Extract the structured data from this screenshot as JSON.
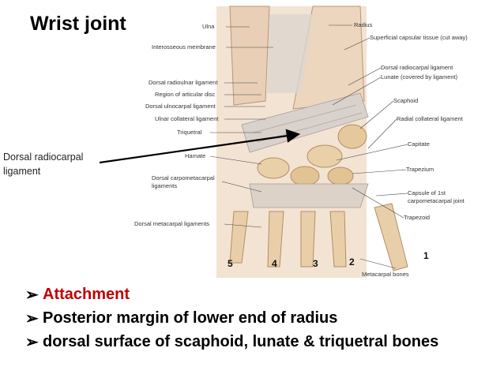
{
  "slide": {
    "title": "Wrist joint",
    "callout": {
      "line1": "Dorsal radiocarpal",
      "line2": "ligament"
    },
    "bullets": [
      "Attachment",
      "Posterior margin of lower end of radius",
      "dorsal surface of  scaphoid, lunate &  triquetral bones"
    ],
    "bullet_colors": [
      "#c00000",
      "#000000",
      "#000000"
    ]
  },
  "figure": {
    "left_labels": [
      "Ulna",
      "Interosseous membrane",
      "Dorsal radioulnar ligament",
      "Region of articular disc",
      "Dorsal ulnocarpal ligament",
      "Ulnar collateral ligament",
      "Triquetral",
      "Hamate",
      "Dorsal carpometacarpal",
      "ligaments",
      "Dorsal metacarpal ligaments"
    ],
    "right_labels": [
      "Radius",
      "Superficial capsular tissue (cut away)",
      "Dorsal radiocarpal ligament",
      "Lunate (covered by ligament)",
      "Scaphoid",
      "Radial collateral ligament",
      "Capitate",
      "Trapezium",
      "Capsule of 1st",
      "carpometacarpal joint",
      "Trapezoid"
    ],
    "metacarpal_numbers": [
      "5",
      "4",
      "3",
      "2",
      "1"
    ],
    "metacarpal_label": "Metacarpal bones"
  }
}
